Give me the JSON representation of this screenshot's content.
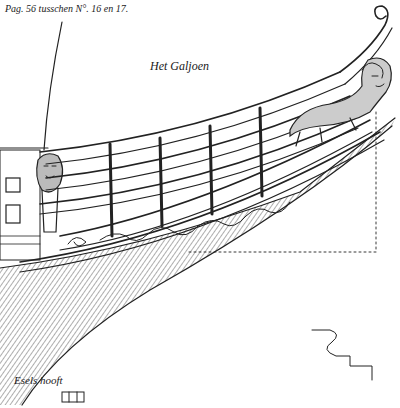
{
  "diagram": {
    "labels": [
      "Pag. 56 tusschen N°. 16 en 17.",
      "Het Galjoen",
      "Esels hooft"
    ]
  }
}
